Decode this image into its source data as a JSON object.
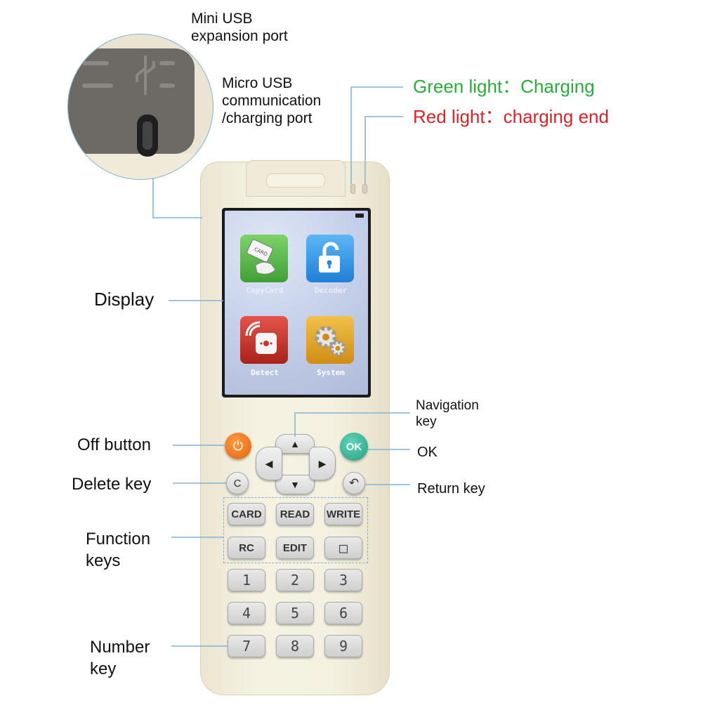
{
  "callouts": {
    "mini_usb": "Mini USB\nexpansion port",
    "micro_usb": "Micro USB\ncommunication\n/charging port",
    "green_light": "Green light：Charging",
    "red_light": "Red light：charging end",
    "display": "Display",
    "navigation_key": "Navigation\nkey",
    "off_button": "Off button",
    "ok": "OK",
    "delete_key": "Delete key",
    "return_key": "Return key",
    "function_keys": "Function\nkeys",
    "number_key": "Number\nkey"
  },
  "colors": {
    "green_light": "#2bab3a",
    "red_light": "#d8232a",
    "callout_line": "#7fb3d8",
    "off_button": "#f07a1d",
    "ok_button": "#3bb89a"
  },
  "screen": {
    "apps": [
      {
        "label": "CopyCard",
        "icon": "card-hand-icon",
        "color": "#5cbf4a"
      },
      {
        "label": "Decoder",
        "icon": "unlock-icon",
        "color": "#2f8fe0"
      },
      {
        "label": "Detect",
        "icon": "rfid-detect-icon",
        "color": "#c8322a"
      },
      {
        "label": "System",
        "icon": "gears-icon",
        "color": "#e3a21a"
      }
    ],
    "card_tag": "CARD"
  },
  "keys": {
    "off_symbol": "⏻",
    "ok": "OK",
    "delete": "C",
    "return_symbol": "↶",
    "nav": {
      "up": "▲",
      "down": "▼",
      "left": "◀",
      "right": "▶"
    },
    "function": [
      "CARD",
      "READ",
      "WRITE",
      "RC",
      "EDIT"
    ],
    "numbers": [
      "1",
      "2",
      "3",
      "4",
      "5",
      "6",
      "7",
      "8",
      "9"
    ],
    "extra": "□"
  }
}
